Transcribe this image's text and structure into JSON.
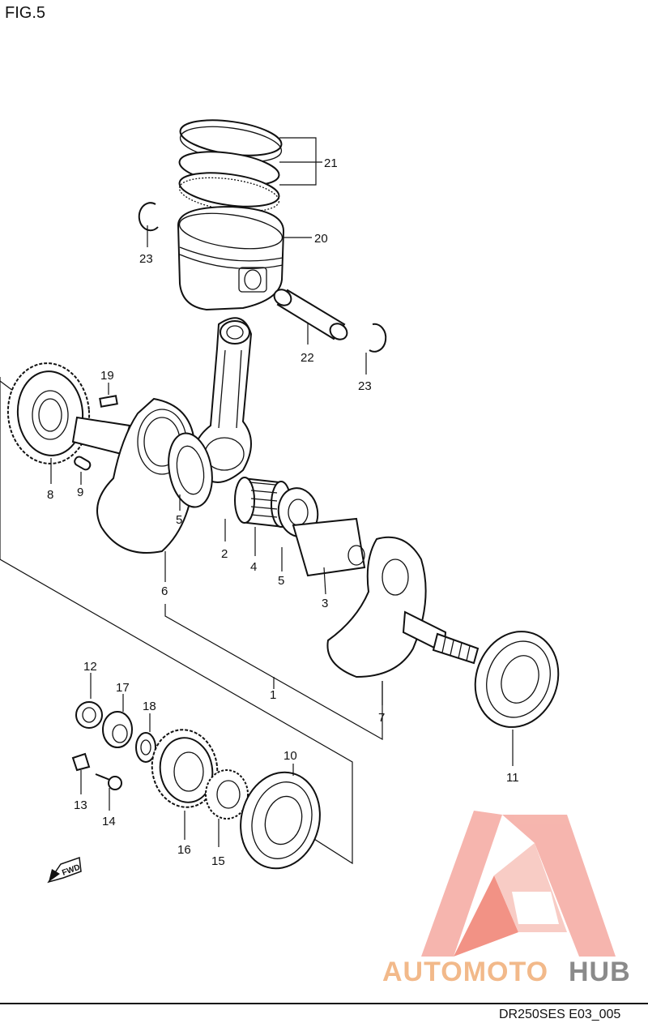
{
  "figure_title": "FIG.5",
  "figure_code": "DR250SES E03_005",
  "fwd_label": "FWD",
  "watermark": {
    "part1": "AUTOMOTO",
    "part2": "HUB",
    "color_primary": "#f08070",
    "color_secondary": "#8a8a8a"
  },
  "callouts": {
    "c1": "1",
    "c2": "2",
    "c3": "3",
    "c4": "4",
    "c5a": "5",
    "c5b": "5",
    "c6": "6",
    "c7": "7",
    "c8": "8",
    "c9": "9",
    "c10": "10",
    "c11": "11",
    "c12": "12",
    "c13": "13",
    "c14": "14",
    "c15": "15",
    "c16": "16",
    "c17": "17",
    "c18": "18",
    "c19": "19",
    "c20": "20",
    "c21": "21",
    "c22": "22",
    "c23a": "23",
    "c23b": "23"
  }
}
